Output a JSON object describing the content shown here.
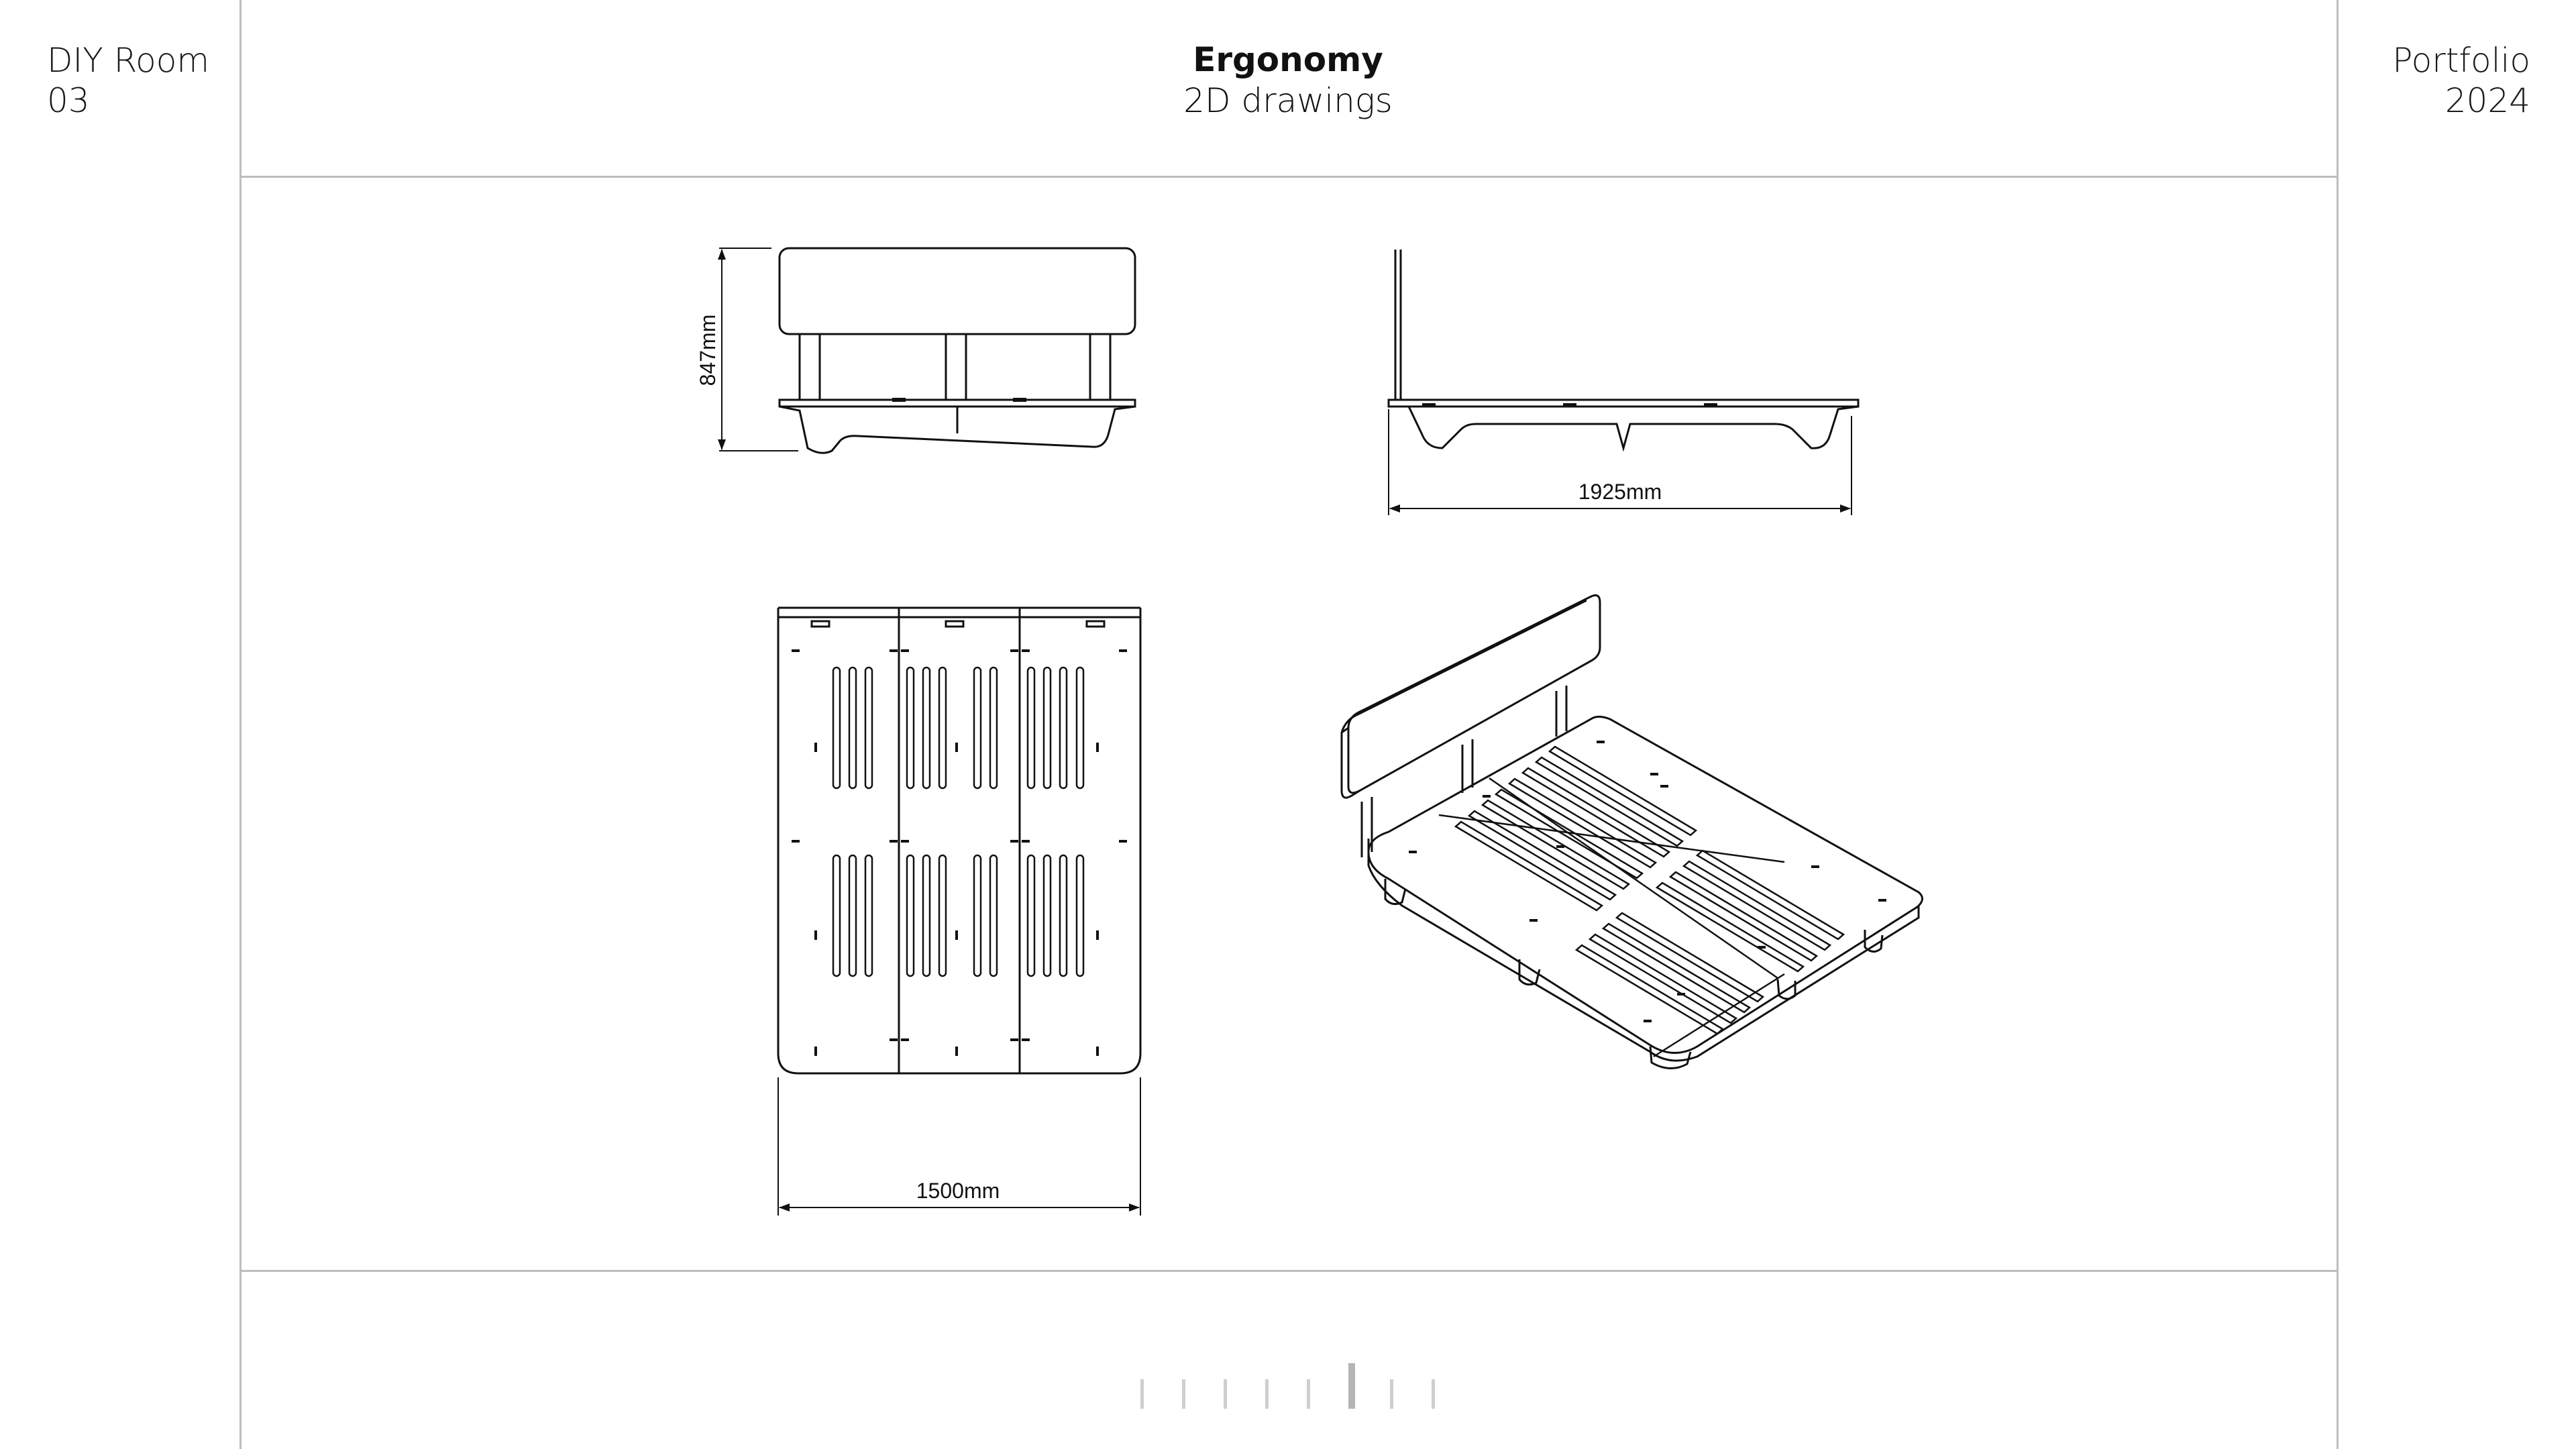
{
  "left_corner": {
    "line1": "DIY Room",
    "line2": "03"
  },
  "right_corner": {
    "line1": "Portfolio",
    "line2": "2024"
  },
  "header": {
    "title": "Ergonomy",
    "subtitle": "2D drawings"
  },
  "dimensions": {
    "height": "847mm",
    "length": "1925mm",
    "width": "1500mm"
  },
  "pager": {
    "count": 8,
    "active_index": 5
  },
  "colors": {
    "line": "#111111",
    "frame": "#bdbdbd"
  }
}
